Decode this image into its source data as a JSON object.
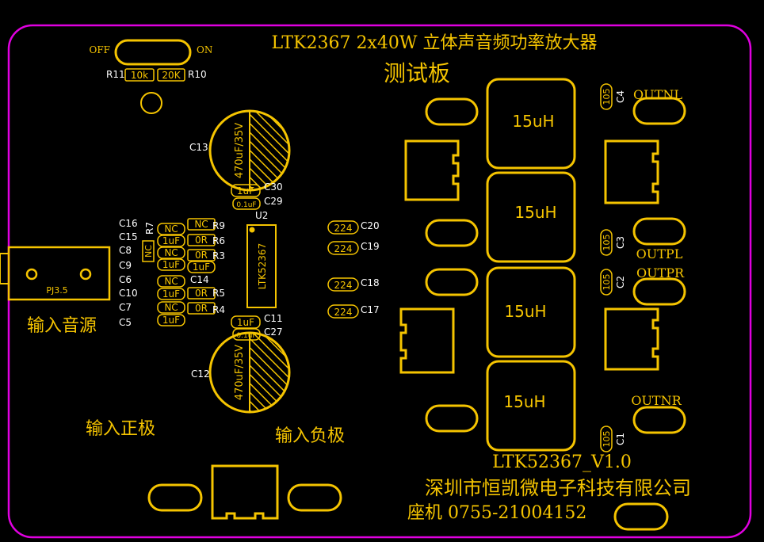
{
  "colors": {
    "background": "#000000",
    "silk": "#f5c400",
    "outline": "#e000e0",
    "ref_text": "#ffffff"
  },
  "title": {
    "line1": "LTK2367 2x40W 立体声音频功率放大器",
    "line2": "测试板"
  },
  "switch": {
    "off": "OFF",
    "on": "ON"
  },
  "resistors_top": {
    "r11": "R11",
    "r11_val": "10k",
    "r10_val": "20K",
    "r10": "R10"
  },
  "caps_big": {
    "c13": "C13",
    "c13_val": "470uF/35V",
    "c12": "C12",
    "c12_val": "470uF/35V"
  },
  "caps_small": {
    "c30": "C30",
    "c30_val": "1uF",
    "c29": "C29",
    "c29_val": "0.1uF",
    "c11": "C11",
    "c11_val": "1uF",
    "c27": "C27",
    "c27_val": "0.1uF"
  },
  "ic": {
    "ref": "U2",
    "part": "LTK52367"
  },
  "left_refs": [
    "C16",
    "C15",
    "C8",
    "C9",
    "C6",
    "C10",
    "C7",
    "C5"
  ],
  "left_vals": [
    "NC",
    "1uF",
    "NC",
    "1uF",
    "NC",
    "1uF",
    "NC",
    "1uF"
  ],
  "r7": {
    "ref": "R7",
    "val": "NC"
  },
  "right_parts": [
    {
      "val": "NC",
      "ref": "R9"
    },
    {
      "val": "0R",
      "ref": "R6"
    },
    {
      "val": "0R",
      "ref": "R3"
    },
    {
      "val": "1uF",
      "ref": "C14"
    },
    {
      "val": "0R",
      "ref": "R5"
    },
    {
      "val": "0R",
      "ref": "R4"
    }
  ],
  "caps_224": [
    {
      "val": "224",
      "ref": "C20"
    },
    {
      "val": "224",
      "ref": "C19"
    },
    {
      "val": "224",
      "ref": "C18"
    },
    {
      "val": "224",
      "ref": "C17"
    }
  ],
  "inductors": [
    "15uH",
    "15uH",
    "15uH",
    "15uH"
  ],
  "caps_105": [
    {
      "val": "105",
      "ref": "C4"
    },
    {
      "val": "105",
      "ref": "C3"
    },
    {
      "val": "105",
      "ref": "C2"
    },
    {
      "val": "105",
      "ref": "C1"
    }
  ],
  "outputs": {
    "outnl": "OUTNL",
    "outpl": "OUTPL",
    "outpr": "OUTPR",
    "outnr": "OUTNR"
  },
  "input": {
    "jack": "PJ3.5",
    "audio": "输入音源",
    "pos": "输入正极",
    "neg": "输入负极"
  },
  "footer": {
    "version": "LTK52367_V1.0",
    "company": "深圳市恒凯微电子科技有限公司",
    "phone": "座机 0755-21004152"
  }
}
